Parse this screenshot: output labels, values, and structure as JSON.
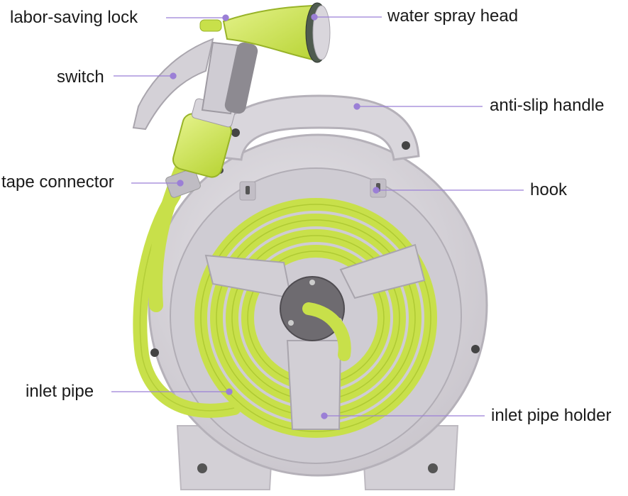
{
  "labels": {
    "labor_saving_lock": "labor-saving lock",
    "water_spray_head": "water spray head",
    "switch": "switch",
    "anti_slip_handle": "anti-slip handle",
    "tape_connector": "tape connector",
    "hook": "hook",
    "inlet_pipe": "inlet pipe",
    "inlet_pipe_holder": "inlet pipe holder"
  },
  "colors": {
    "leader_line": "#9b7fd6",
    "body_gray": "#d9d6dc",
    "body_shadow": "#b9b5bd",
    "hose_green": "#c8e04a",
    "hose_dark": "#9fbb25",
    "hub_gray": "#6e6b70"
  }
}
